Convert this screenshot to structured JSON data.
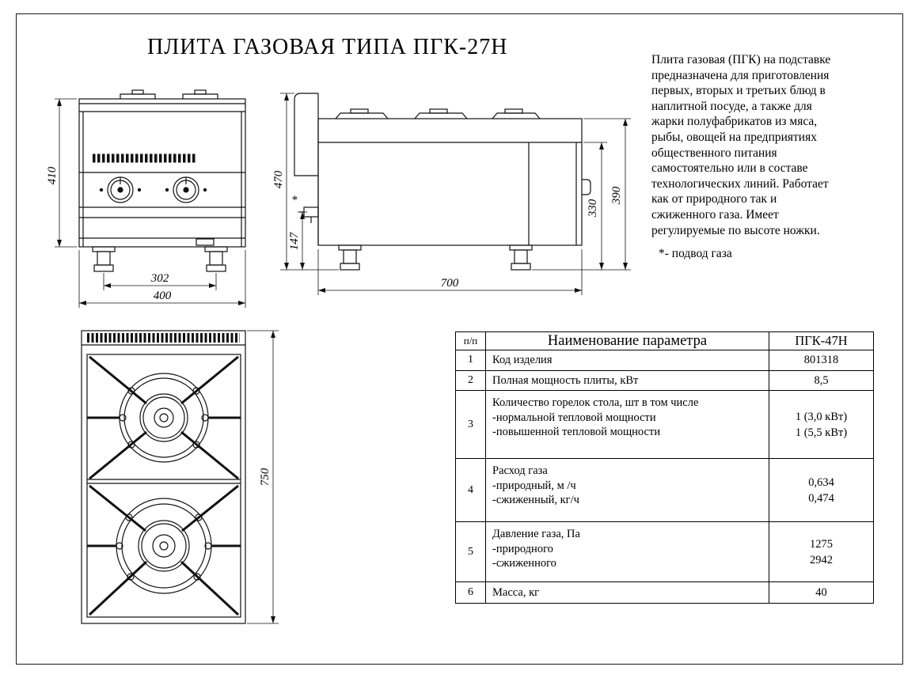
{
  "title": "ПЛИТА ГАЗОВАЯ ТИПА ПГК-27Н",
  "description": {
    "paragraph": "Плита газовая (ПГК) на подставке\nпредназначена для приготовления\nпервых, вторых и третьих блюд в\nнаплитной посуде, а также для\nжарки полуфабрикатов из мяса,\nрыбы, овощей на предприятиях\nобщественного питания\nсамостоятельно или в составе\nтехнологических линий. Работает\nкак от природного так и\nсжиженного газа. Имеет\nрегулируемые по высоте ножки.",
    "note": "*- подвод газа"
  },
  "gas_inlet_mark": "*",
  "dims": {
    "front_height": "410",
    "legs_span": "302",
    "front_width": "400",
    "side_height": "470",
    "inlet_height": "147",
    "body_height": "330",
    "worktop_height": "390",
    "depth": "700",
    "top_depth": "750"
  },
  "table": {
    "col_headers": [
      "п/п",
      "Наименование параметра",
      "ПГК-47Н"
    ],
    "rows": [
      {
        "num": "1",
        "name": "Код изделия",
        "value": "801318"
      },
      {
        "num": "2",
        "name": "Полная мощность плиты, кВт",
        "value": "8,5"
      },
      {
        "num": "3",
        "name": "Количество горелок стола, шт в том числе\n-нормальной тепловой мощности\n-повышенной тепловой мощности",
        "value": "1 (3,0 кВт)\n1 (5,5 кВт)"
      },
      {
        "num": "4",
        "name": "Расход газа\n-природный, м /ч\n-сжиженный, кг/ч",
        "value": "0,634\n0,474"
      },
      {
        "num": "5",
        "name": "Давление  газа, Па\n-природного\n-сжиженного",
        "value": "1275\n2942"
      },
      {
        "num": "6",
        "name": "Масса, кг",
        "value": "40"
      }
    ]
  }
}
